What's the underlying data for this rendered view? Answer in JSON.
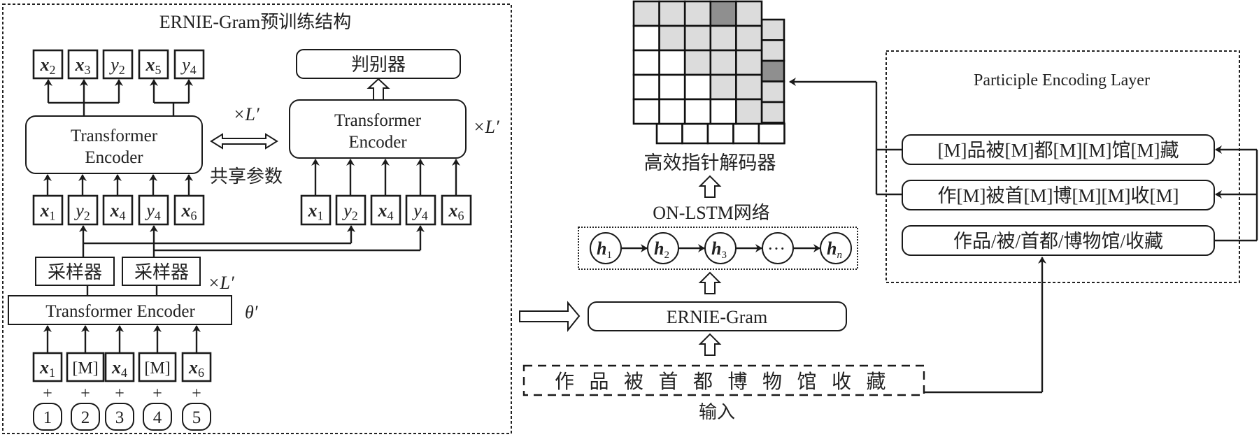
{
  "pretrain": {
    "title": "ERNIE-Gram预训练结构",
    "generator_outputs": [
      {
        "v": "x",
        "s": "2",
        "bold": true
      },
      {
        "v": "x",
        "s": "3",
        "bold": true
      },
      {
        "v": "y",
        "s": "2",
        "bold": false
      },
      {
        "v": "x",
        "s": "5",
        "bold": true
      },
      {
        "v": "y",
        "s": "4",
        "bold": false
      }
    ],
    "generator_encoder": "Transformer Encoder",
    "generator_inputs": [
      {
        "v": "x",
        "s": "1",
        "bold": true
      },
      {
        "v": "y",
        "s": "2",
        "bold": false
      },
      {
        "v": "x",
        "s": "4",
        "bold": true
      },
      {
        "v": "y",
        "s": "4",
        "bold": false
      },
      {
        "v": "x",
        "s": "6",
        "bold": true
      }
    ],
    "discriminator_label": "判别器",
    "discriminator_encoder": "Transformer Encoder",
    "discriminator_inputs": [
      {
        "v": "x",
        "s": "1",
        "bold": true
      },
      {
        "v": "y",
        "s": "2",
        "bold": false
      },
      {
        "v": "x",
        "s": "4",
        "bold": true
      },
      {
        "v": "y",
        "s": "4",
        "bold": false
      },
      {
        "v": "x",
        "s": "6",
        "bold": true
      }
    ],
    "repeat_label": "×L′",
    "shared_params_label": "共享参数",
    "sampler_label": "采样器",
    "sampler_encoder": "Transformer Encoder",
    "theta_label": "θ′",
    "masked_inputs": [
      {
        "v": "x",
        "s": "1",
        "bold": true
      },
      {
        "v": "[M]",
        "s": "",
        "bold": false
      },
      {
        "v": "x",
        "s": "4",
        "bold": true
      },
      {
        "v": "[M]",
        "s": "",
        "bold": false
      },
      {
        "v": "x",
        "s": "6",
        "bold": true
      }
    ],
    "plus": "+",
    "positions": [
      "1",
      "2",
      "3",
      "4",
      "5"
    ]
  },
  "decoder": {
    "label": "高效指针解码器",
    "grid_front": [
      [
        "g",
        "g",
        "g",
        "d",
        "g"
      ],
      [
        "w",
        "g",
        "g",
        "g",
        "g"
      ],
      [
        "w",
        "w",
        "g",
        "g",
        "g"
      ],
      [
        "w",
        "w",
        "w",
        "g",
        "g"
      ],
      [
        "w",
        "w",
        "w",
        "w",
        "g"
      ]
    ],
    "grid_back_column": [
      "g",
      "g",
      "d",
      "g",
      "g",
      "g"
    ],
    "grid_back_row": [
      "w",
      "w",
      "w",
      "w",
      "w"
    ],
    "colors": {
      "light": "#dcdcdc",
      "dark": "#8f8f8f",
      "empty": "#ffffff"
    }
  },
  "lstm": {
    "label": "ON-LSTM网络",
    "nodes": [
      {
        "v": "h",
        "s": "1"
      },
      {
        "v": "h",
        "s": "2"
      },
      {
        "v": "h",
        "s": "3"
      },
      {
        "v": "···",
        "s": ""
      },
      {
        "v": "h",
        "s": "n"
      }
    ]
  },
  "ernie_label": "ERNIE-Gram",
  "input": {
    "chars": [
      "作",
      "品",
      "被",
      "首",
      "都",
      "博",
      "物",
      "馆",
      "收",
      "藏"
    ],
    "caption": "输入"
  },
  "participle": {
    "title": "Participle Encoding Layer",
    "rows": [
      "[M]品被[M]都[M][M]馆[M]藏",
      "作[M]被首[M]博[M][M]收[M]",
      "作品/被/首都/博物馆/收藏"
    ]
  }
}
